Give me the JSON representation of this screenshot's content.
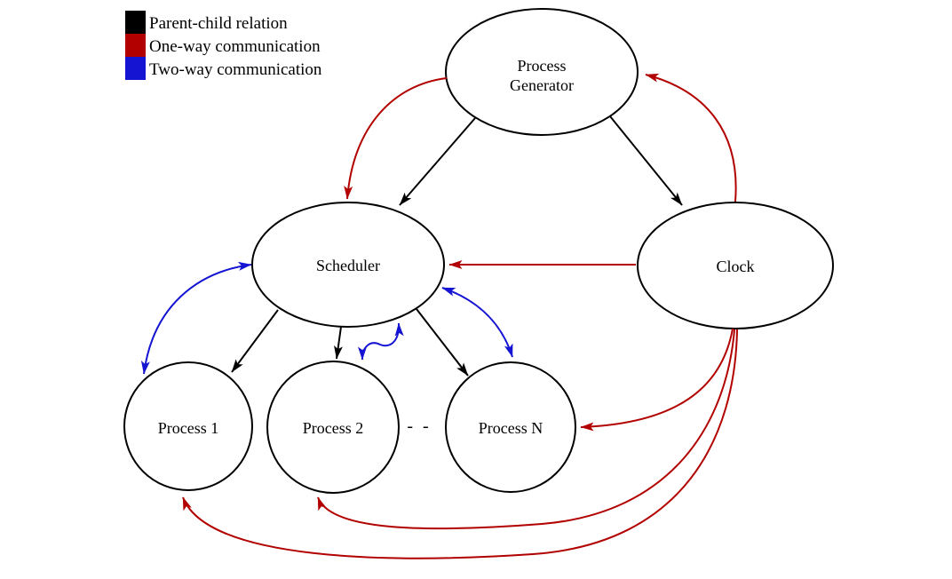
{
  "legend": {
    "items": [
      {
        "id": "parent-child",
        "label": "Parent-child relation",
        "color": "#000000"
      },
      {
        "id": "one-way",
        "label": "One-way communication",
        "color": "#b20000"
      },
      {
        "id": "two-way",
        "label": "Two-way communication",
        "color": "#1414d2"
      }
    ]
  },
  "nodes": {
    "process_generator": {
      "line1": "Process",
      "line2": "Generator"
    },
    "scheduler": {
      "label": "Scheduler"
    },
    "clock": {
      "label": "Clock"
    },
    "process_1": {
      "label": "Process 1"
    },
    "process_2": {
      "label": "Process 2"
    },
    "process_n": {
      "label": "Process N"
    }
  },
  "separator": "- -",
  "colors": {
    "parent_child": "#000000",
    "one_way": "#b20000",
    "two_way": "#1414d2"
  }
}
